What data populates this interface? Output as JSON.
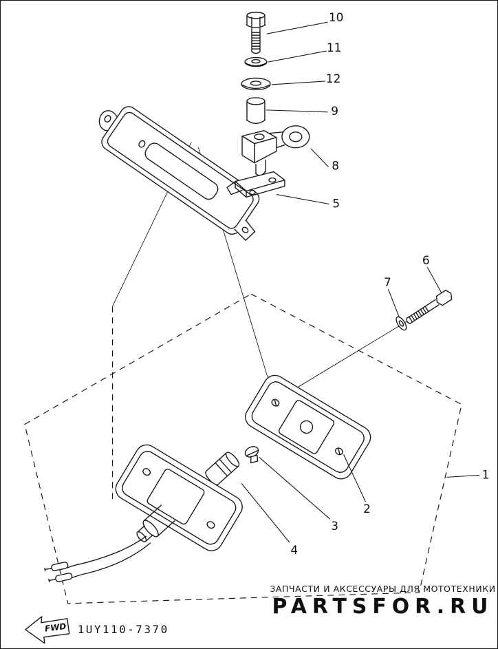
{
  "page": {
    "background": "#ffffff",
    "line_color": "#1a1a1a",
    "diagram_code": "1UY110-7370",
    "fwd_label": "FWD"
  },
  "watermark": {
    "tagline": "ЗАПЧАСТИ И АКСЕССУАРЫ ДЛЯ МОТОТЕХНИКИ",
    "site": "PARTSFOR.RU",
    "tagline_color": "#bcbcbc",
    "site_color": "#f3c4c7"
  },
  "callouts": [
    {
      "label": "1"
    },
    {
      "label": "2"
    },
    {
      "label": "3"
    },
    {
      "label": "4"
    },
    {
      "label": "5"
    },
    {
      "label": "6"
    },
    {
      "label": "7"
    },
    {
      "label": "8"
    },
    {
      "label": "9"
    },
    {
      "label": "10"
    },
    {
      "label": "11"
    },
    {
      "label": "12"
    }
  ]
}
